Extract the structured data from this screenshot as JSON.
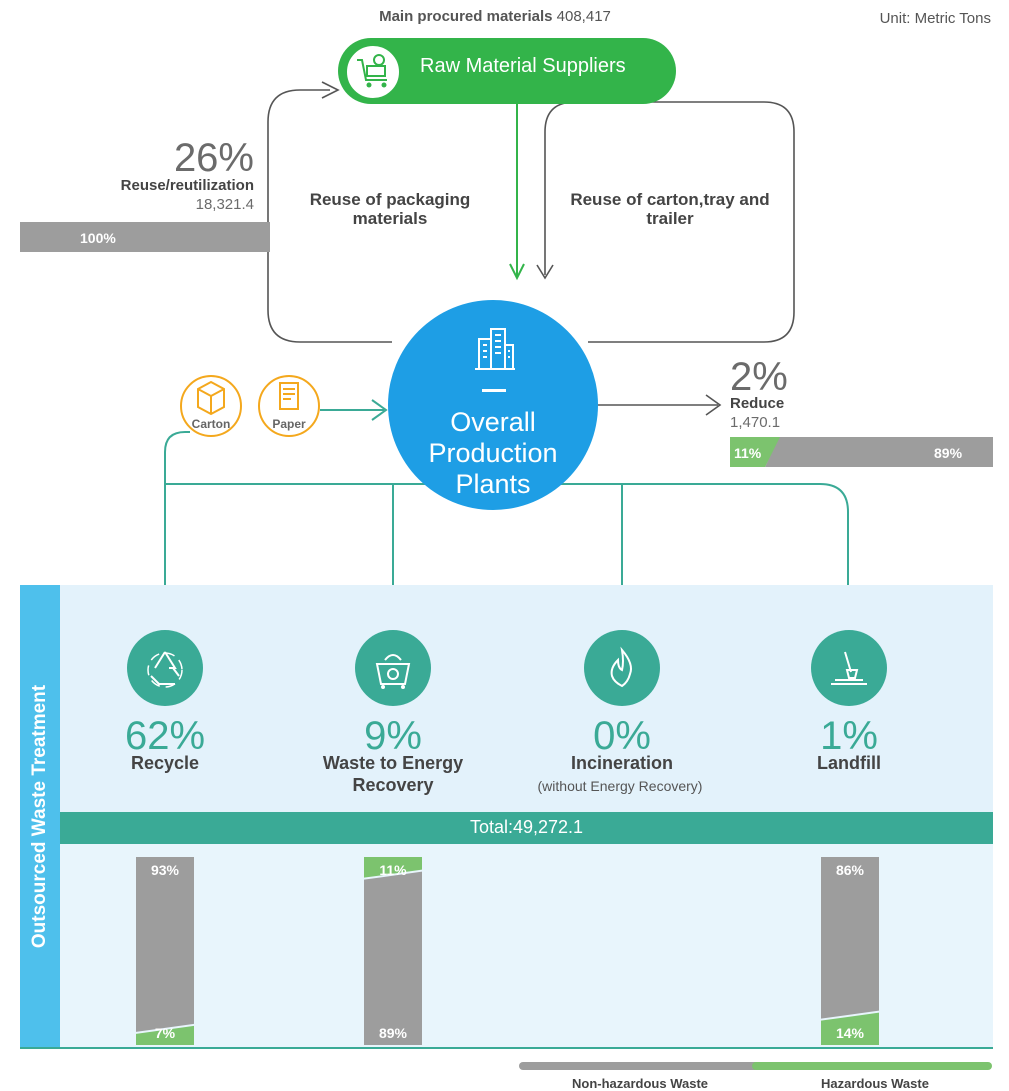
{
  "header": {
    "procured_label": "Main procured materials",
    "procured_value": "408,417",
    "unit": "Unit: Metric Tons"
  },
  "supplier": {
    "label": "Raw Material Suppliers",
    "icon": "cart-icon"
  },
  "loops": [
    {
      "label": "Reuse of packaging materials"
    },
    {
      "label": "Reuse of carton,tray and trailer"
    }
  ],
  "reuse": {
    "pct": "26%",
    "name": "Reuse/reutilization",
    "value": "18,321.4",
    "bar_label": "100%"
  },
  "plant": {
    "label": "Overall Production Plants",
    "icon": "building-icon"
  },
  "reduce": {
    "pct": "2%",
    "name": "Reduce",
    "value": "1,470.1",
    "hazardous_label": "11%",
    "nonhazardous_label": "89%"
  },
  "inputs": [
    {
      "label": "Carton",
      "icon": "box-icon"
    },
    {
      "label": "Paper",
      "icon": "paper-icon"
    }
  ],
  "side_label": "Outsourced Waste Treatment",
  "treatments": [
    {
      "pct": "62%",
      "name": "Recycle",
      "sub": "",
      "icon": "recycle-icon"
    },
    {
      "pct": "9%",
      "name": "Waste to Energy Recovery",
      "sub": "",
      "icon": "waste-bin-icon"
    },
    {
      "pct": "0%",
      "name": "Incineration",
      "sub": "(without Energy Recovery)",
      "icon": "flame-icon"
    },
    {
      "pct": "1%",
      "name": "Landfill",
      "sub": "",
      "icon": "landfill-icon"
    }
  ],
  "total": "Total:49,272.1",
  "breakdown_bars": [
    {
      "treatment": "Recycle",
      "nonhazardous": 93,
      "hazardous": 7,
      "nonhazardous_label": "93%",
      "hazardous_label": "7%"
    },
    {
      "treatment": "Waste to Energy Recovery",
      "nonhazardous": 89,
      "hazardous": 11,
      "nonhazardous_label": "89%",
      "hazardous_label": "11%"
    },
    {
      "treatment": "Landfill",
      "nonhazardous": 86,
      "hazardous": 14,
      "nonhazardous_label": "86%",
      "hazardous_label": "14%"
    }
  ],
  "legend": {
    "nonhazardous": "Non-hazardous Waste",
    "hazardous": "Hazardous Waste"
  },
  "colors": {
    "supplier_green": "#33b44a",
    "plant_blue": "#1e9ee5",
    "teal": "#3aaa96",
    "side_blue": "#4ec0ec",
    "grey_bar": "#9d9d9d",
    "hazard_green": "#7cc36e",
    "input_orange": "#f4a81d"
  }
}
